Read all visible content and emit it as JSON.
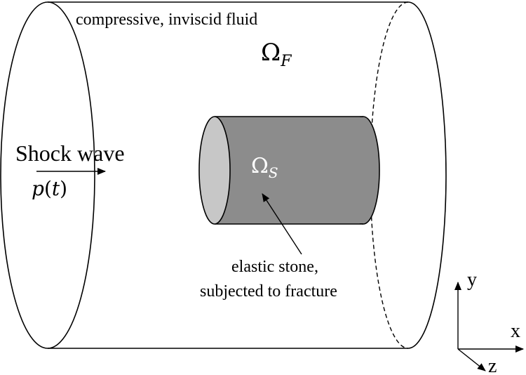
{
  "labels": {
    "fluid": "compressive, inviscid fluid",
    "omega_fluid_symbol": "Ω",
    "omega_fluid_subscript": "F",
    "shock": "Shock wave",
    "pressure_func": "p",
    "pressure_arg": "t",
    "omega_solid_symbol": "Ω",
    "omega_solid_subscript": "S",
    "stone_line1": "elastic stone,",
    "stone_line2": "subjected to fracture"
  },
  "axes": {
    "x": "x",
    "y": "y",
    "z": "z"
  },
  "colors": {
    "stone_body": "#8c8c8c",
    "stone_face": "#c7c7c7",
    "stroke": "#000000",
    "background": "#ffffff"
  }
}
